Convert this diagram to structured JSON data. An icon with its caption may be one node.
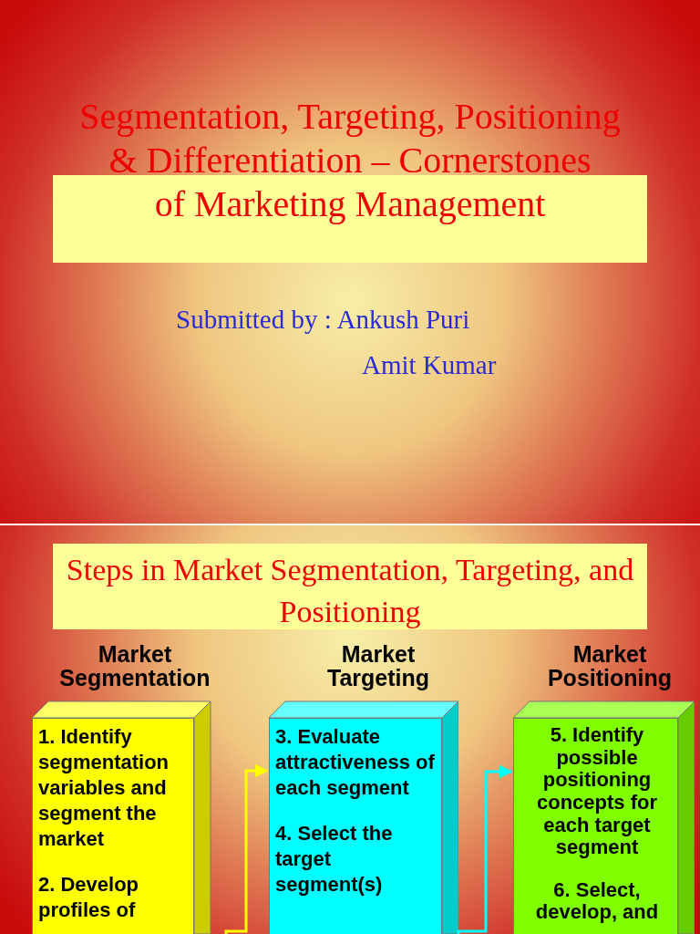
{
  "diagram": {
    "title": "Segmentation, Targeting, Positioning & Differentiation – Cornerstones of Marketing Management",
    "nodes": [
      {
        "text": [
          "Steps in Market Segmentation, Targeting, and Positioning"
        ]
      },
      {
        "text": [
          "Market Segmentation",
          "1.  Identify segmentation variables and segment the market",
          "2.  Develop profiles of"
        ]
      },
      {
        "text": [
          "Market Targeting",
          "3.  Evaluate attractiveness of each segment",
          "4.  Select the target segment(s)"
        ]
      },
      {
        "text": [
          "Market Positioning",
          "5.  Identify possible positioning concepts for each target segment",
          "6.  Select, develop, and"
        ]
      }
    ],
    "edges": [
      {
        "from": 1,
        "to": 2,
        "arrow": "to",
        "color": "#ffff00"
      },
      {
        "from": 2,
        "to": 3,
        "arrow": "to",
        "color": "#00ffff"
      }
    ],
    "labels": [
      "Submitted by : Ankush Puri",
      "Amit Kumar"
    ]
  }
}
